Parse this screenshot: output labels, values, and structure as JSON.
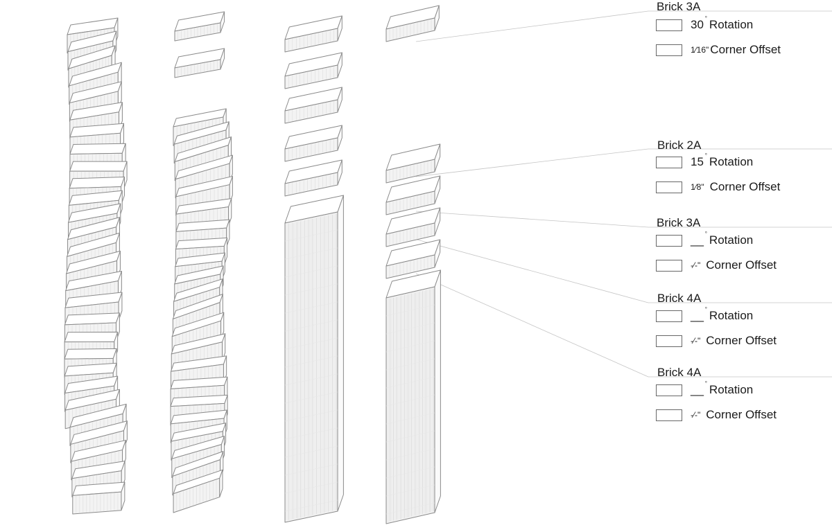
{
  "groups": [
    {
      "title": "Brick 3A",
      "rotation_value": "30",
      "rotation_sup": "°",
      "rotation_label": "Rotation",
      "offset_value": "1⁄16\"",
      "offset_label": "Corner Offset"
    },
    {
      "title": "Brick 2A",
      "rotation_value": "15",
      "rotation_sup": "°",
      "rotation_label": "Rotation",
      "offset_value": "1⁄8\"",
      "offset_label": "Corner Offset"
    },
    {
      "title": "Brick 3A",
      "rotation_value": "__",
      "rotation_sup": "°",
      "rotation_label": "Rotation",
      "offset_value": "-⁄-\"",
      "offset_label": "Corner Offset"
    },
    {
      "title": "Brick 4A",
      "rotation_value": "__",
      "rotation_sup": "°",
      "rotation_label": "Rotation",
      "offset_value": "-⁄-\"",
      "offset_label": "Corner Offset"
    },
    {
      "title": "Brick 4A",
      "rotation_value": "__",
      "rotation_sup": "°",
      "rotation_label": "Rotation",
      "offset_value": "-⁄-\"",
      "offset_label": "Corner Offset"
    }
  ],
  "colors": {
    "stroke": "#8a8a8a",
    "top": "#ffffff",
    "left": "#f3f3f3",
    "right": "#fafafa",
    "leader": "#c4c4c4"
  }
}
